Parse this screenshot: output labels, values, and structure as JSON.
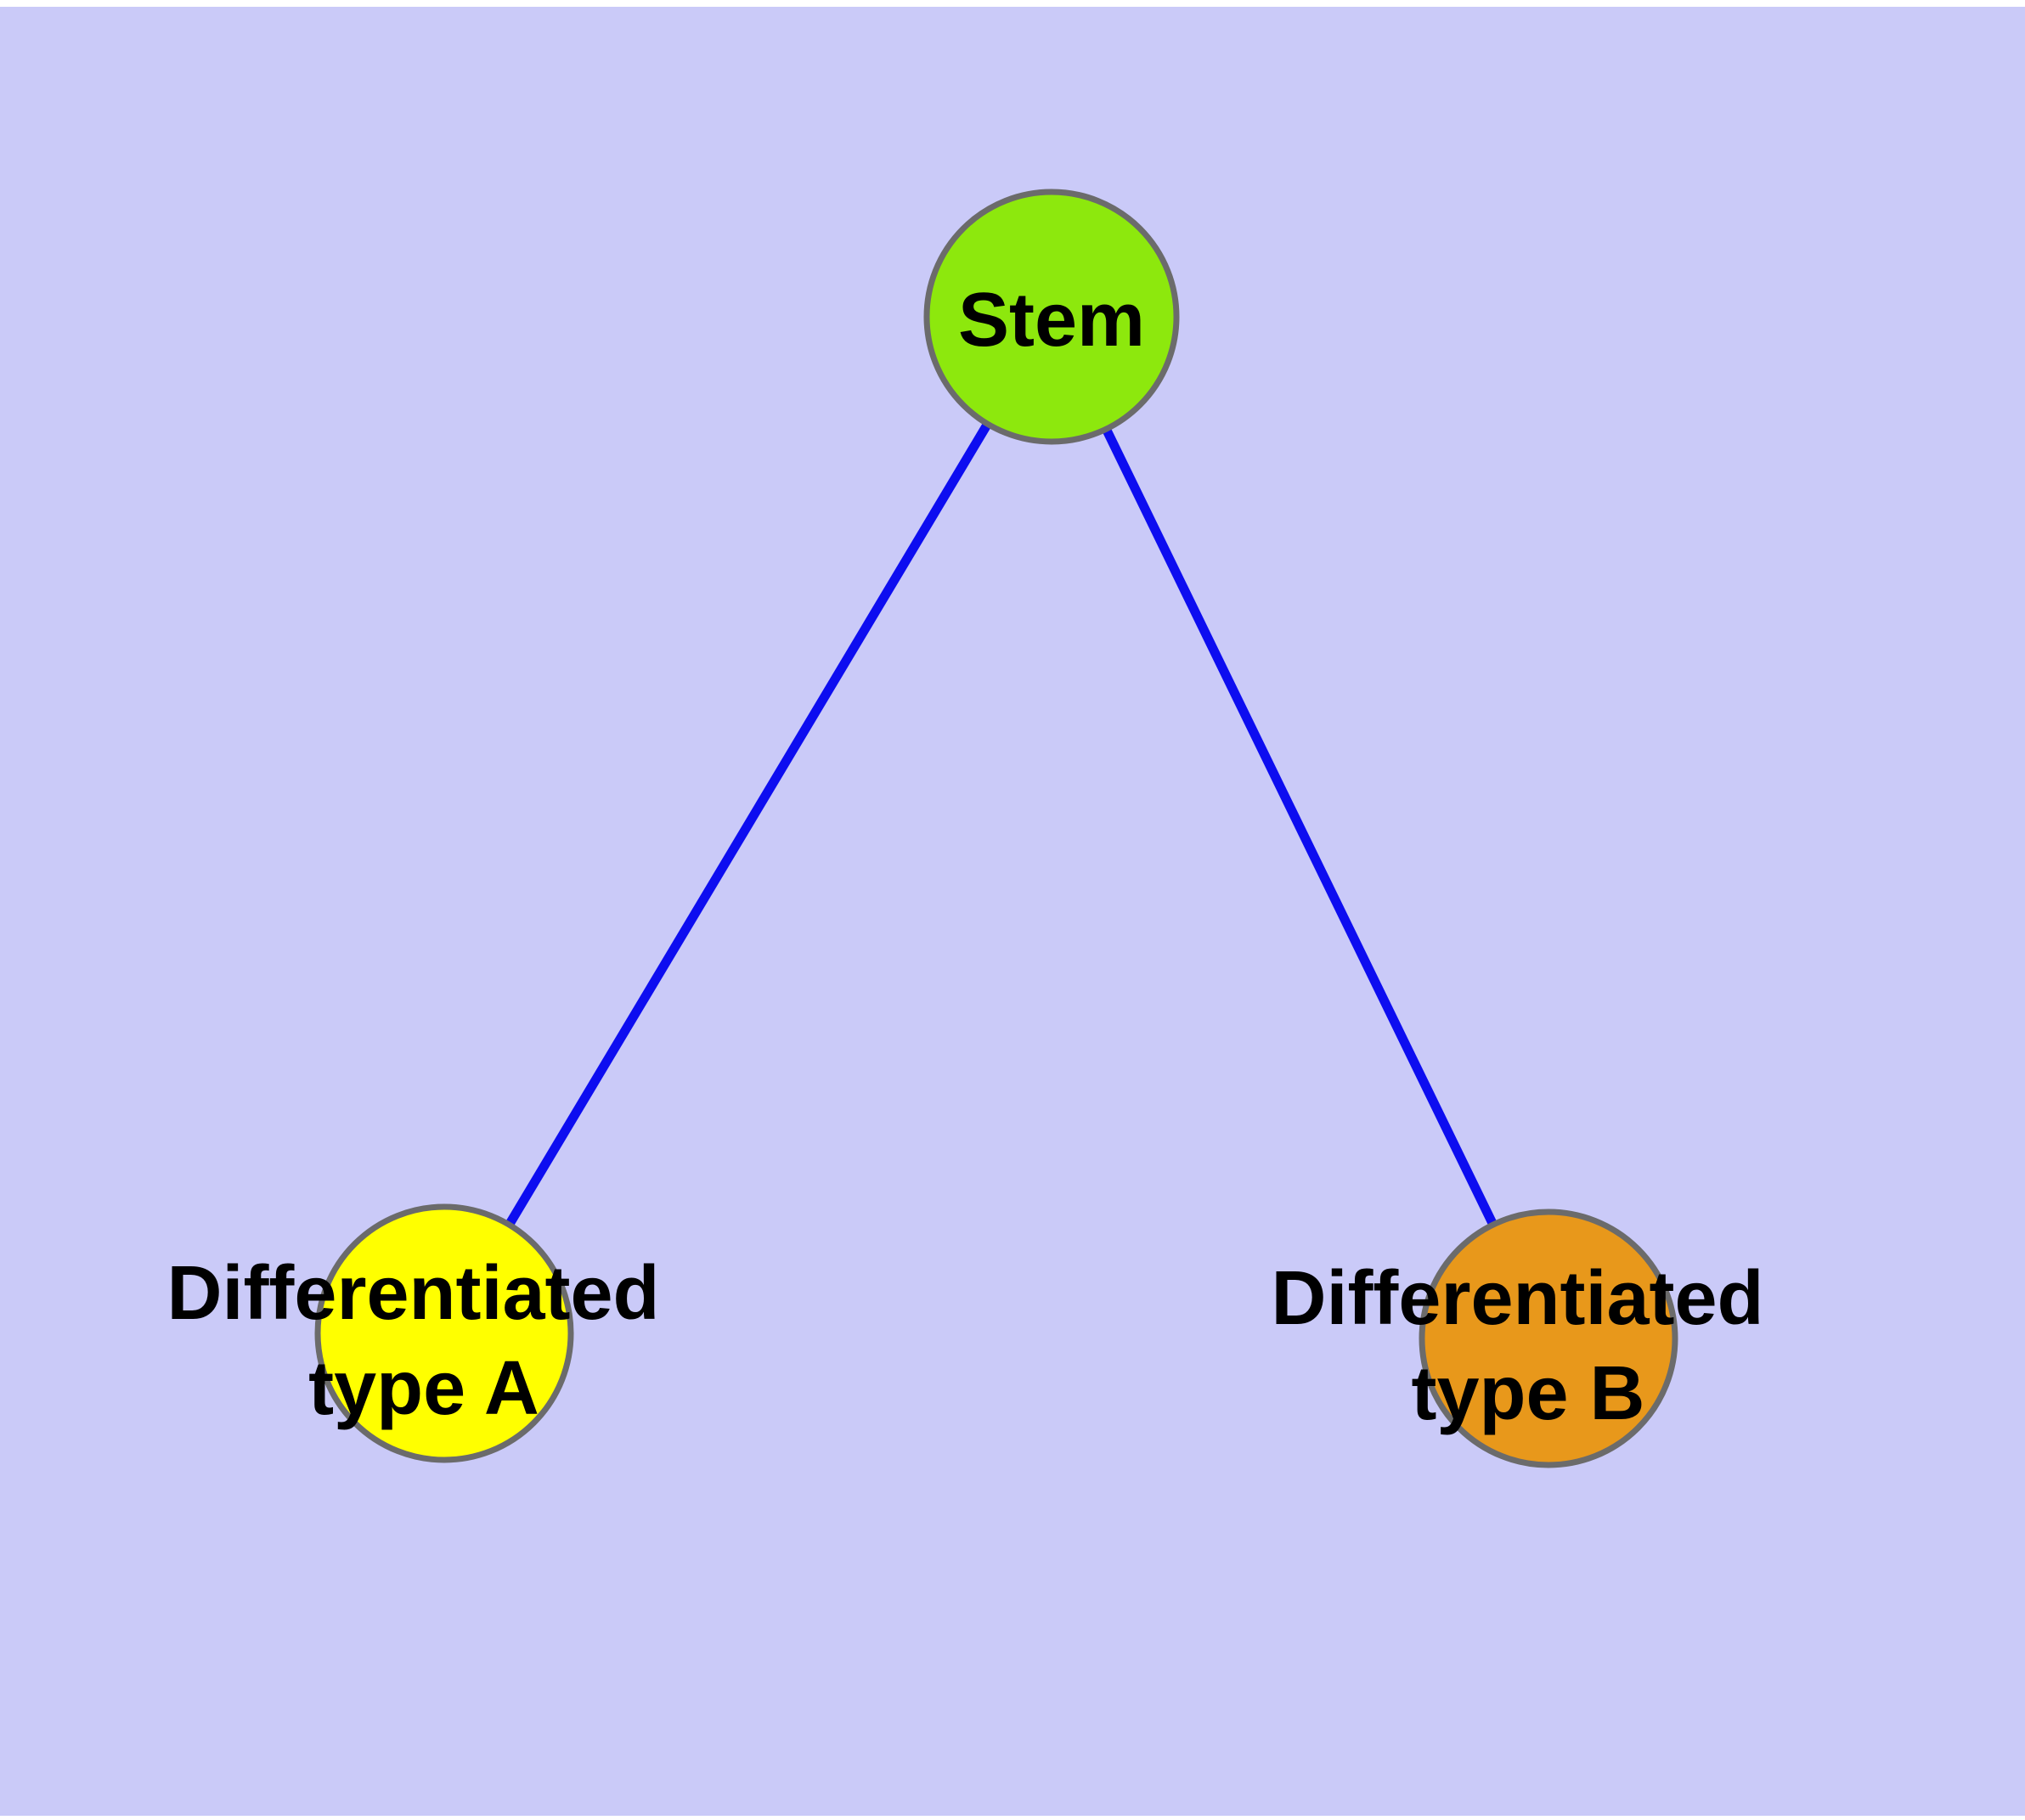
{
  "diagram": {
    "type": "graph",
    "description": "Cell differentiation hierarchy: one stem node linked to two differentiated cell type nodes",
    "margin_color": "#FFFFFF",
    "background_color": "#CACAF8",
    "edge_color": "#0D0DF0",
    "node_border_color": "#6B6B6B",
    "label_color": "#000000",
    "nodes": [
      {
        "id": "stem",
        "label": "Stem",
        "fill": "#8DE80D"
      },
      {
        "id": "differentiated-type-a",
        "label": "Differentiated type A",
        "label_line1": "Differentiated",
        "label_line2": "type A",
        "fill": "#FFFF00"
      },
      {
        "id": "differentiated-type-b",
        "label": "Differentiated type B",
        "label_line1": "Differentiated",
        "label_line2": "type B",
        "fill": "#E8981B"
      }
    ],
    "edges": [
      {
        "from": "Stem",
        "to": "Differentiated type A"
      },
      {
        "from": "Stem",
        "to": "Differentiated type B"
      }
    ]
  }
}
